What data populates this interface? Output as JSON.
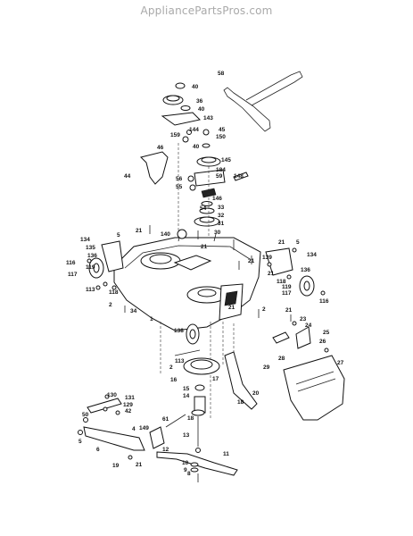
{
  "header": {
    "watermark": "AppliancePartsPros.com"
  },
  "labels": {
    "p58": "58",
    "p40a": "40",
    "p36": "36",
    "p40b": "40",
    "p143": "143",
    "p144": "144",
    "p45": "45",
    "p150": "150",
    "p159": "159",
    "p40c": "40",
    "p46": "46",
    "p44": "44",
    "p145": "145",
    "p184": "184",
    "p59": "59",
    "p148": "148",
    "p56": "56",
    "p55": "55",
    "p146": "146",
    "p54": "54",
    "p33": "33",
    "p32": "32",
    "p31": "31",
    "p30": "30",
    "p140": "140",
    "p21a": "21",
    "p5a": "5",
    "p134a": "134",
    "p135": "135",
    "p21b": "21",
    "p21c": "21",
    "p5b": "5",
    "p134b": "134",
    "p139": "139",
    "p116a": "116",
    "p136a": "136",
    "p119a": "119",
    "p117a": "117",
    "p113a": "113",
    "p118a": "118",
    "p21d": "21",
    "p21e": "21",
    "p136b": "136",
    "p118b": "118",
    "p119b": "119",
    "p117b": "117",
    "p116b": "116",
    "p2a": "2",
    "p34": "34",
    "p1": "1",
    "p21f": "21",
    "p2b": "2",
    "p21g": "21",
    "p23": "23",
    "p24": "24",
    "p25": "25",
    "p26": "26",
    "p27": "27",
    "p28": "28",
    "p29": "29",
    "p138": "138",
    "p113b": "113",
    "p2c": "2",
    "p16": "16",
    "p17": "17",
    "p15": "15",
    "p14": "14",
    "p20": "20",
    "p18a": "18",
    "p18b": "18",
    "p130": "130",
    "p131": "131",
    "p129": "129",
    "p42": "42",
    "p50": "50",
    "p61": "61",
    "p149": "149",
    "p4": "4",
    "p13": "13",
    "p5c": "5",
    "p6": "6",
    "p19": "19",
    "p21h": "21",
    "p12": "12",
    "p11": "11",
    "p10": "10",
    "p9": "9",
    "p8": "8"
  }
}
